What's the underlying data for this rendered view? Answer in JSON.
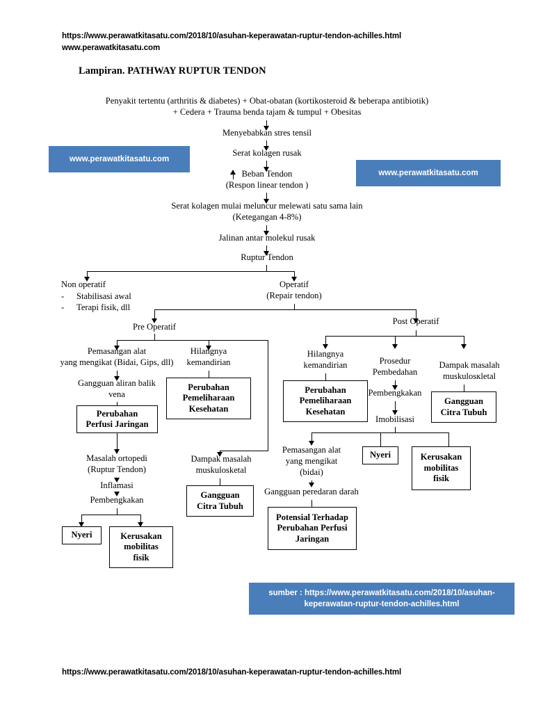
{
  "header": {
    "url_line1": "https://www.perawatkitasatu.com/2018/10/asuhan-keperawatan-ruptur-tendon-achilles.html",
    "url_line2": "www.perawatkitasatu.com",
    "title": "Lampiran.  PATHWAY RUPTUR TENDON"
  },
  "footer": {
    "url": "https://www.perawatkitasatu.com/2018/10/asuhan-keperawatan-ruptur-tendon-achilles.html"
  },
  "watermarks": {
    "left": "www.perawatkitasatu.com",
    "right": "www.perawatkitasatu.com",
    "source_line1": "sumber : https://www.perawatkitasatu.com/2018/10/asuhan-",
    "source_line2": "keperawatan-ruptur-tendon-achilles.html"
  },
  "flow": {
    "n1_line1": "Penyakit tertentu (arthritis & diabetes) + Obat-obatan (kortikosteroid & beberapa antibiotik)",
    "n1_line2": "+ Cedera + Trauma benda tajam & tumpul + Obesitas",
    "n2": "Menyebabkan stres tensil",
    "n3": "Serat kolagen rusak",
    "n4_line1": "Beban Tendon",
    "n4_line2": "(Respon linear tendon )",
    "n5_line1": "Serat kolagen mulai meluncur melewati satu sama lain",
    "n5_line2": "(Ketegangan 4-8%)",
    "n6": "Jalinan antar molekul rusak",
    "n7": "Ruptur Tendon",
    "non_operatif_title": "Non operatif",
    "non_operatif_item1": "Stabilisasi awal",
    "non_operatif_item2": "Terapi fisik, dll",
    "operatif_line1": "Operatif",
    "operatif_line2": "(Repair tendon)",
    "pre_operatif": "Pre Operatif",
    "post_operatif": "Post Operatif",
    "pre_a_line1": "Pemasangan alat",
    "pre_a_line2": "yang mengikat (Bidai, Gips, dll)",
    "pre_b_line1": "Gangguan aliran balik",
    "pre_b_line2": "vena",
    "pre_box1_line1": "Perubahan",
    "pre_box1_line2": "Perfusi Jaringan",
    "pre_c_line1": "Hilangnya",
    "pre_c_line2": "kemandirian",
    "pre_box2_line1": "Perubahan",
    "pre_box2_line2": "Pemeliharaan",
    "pre_box2_line3": "Kesehatan",
    "post_a_line1": "Hilangnya",
    "post_a_line2": "kemandirian",
    "post_box1_line1": "Perubahan",
    "post_box1_line2": "Pemeliharaan",
    "post_box1_line3": "Kesehatan",
    "post_b_line1": "Prosedur",
    "post_b_line2": "Pembedahan",
    "post_c": "Pembengkakan",
    "post_d": "Imobilisasi",
    "post_e_line1": "Dampak masalah",
    "post_e_line2": "muskulosкletal",
    "post_box2_line1": "Gangguan",
    "post_box2_line2": "Citra Tubuh",
    "post_f_line1": "Pemasangan alat",
    "post_f_line2": "yang mengikat",
    "post_f_line3": "(bidai)",
    "post_nyeri": "Nyeri",
    "post_box3_line1": "Kerusakan",
    "post_box3_line2": "mobilitas",
    "post_box3_line3": "fisik",
    "post_g": "Gangguan peredaran darah",
    "post_box4_line1": "Potensial Terhadap",
    "post_box4_line2": "Perubahan Perfusi",
    "post_box4_line3": "Jaringan",
    "low_a_line1": "Masalah ortopedi",
    "low_a_line2": "(Ruptur Tendon)",
    "low_b": "Inflamasi",
    "low_c": "Pembengkakan",
    "low_nyeri": "Nyeri",
    "low_box_line1": "Kerusakan",
    "low_box_line2": "mobilitas",
    "low_box_line3": "fisik",
    "mid_a_line1": "Dampak masalah",
    "mid_a_line2": "muskulosketal",
    "mid_box_line1": "Gangguan",
    "mid_box_line2": "Citra Tubuh"
  },
  "colors": {
    "watermark_bg": "#4a7ebb",
    "watermark_text": "#ffffff",
    "line": "#000000"
  }
}
